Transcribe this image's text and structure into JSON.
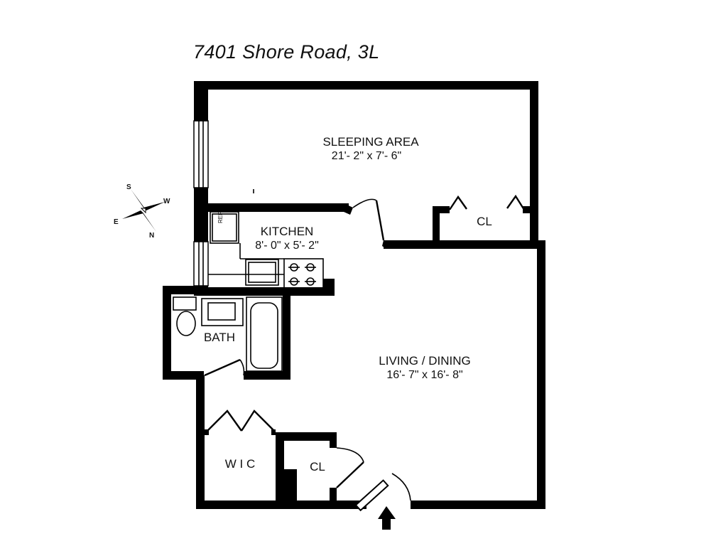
{
  "title": "7401 Shore Road, 3L",
  "rooms": {
    "sleeping_area": {
      "label": "SLEEPING AREA",
      "dimensions": "21'- 2\" x 7'- 6\""
    },
    "kitchen": {
      "label": "KITCHEN",
      "dimensions": "8'- 0\" x 5'- 2\""
    },
    "bath": {
      "label": "BATH"
    },
    "living_dining": {
      "label": "LIVING / DINING",
      "dimensions": "16'- 7\" x 16'- 8\""
    },
    "closet_upper": {
      "label": "CL"
    },
    "wic": {
      "label": "W I C"
    },
    "closet_lower": {
      "label": "CL"
    }
  },
  "fixtures": {
    "refrigerator": "REF"
  },
  "compass": {
    "s": "S",
    "w": "W",
    "e": "E",
    "n": "N"
  },
  "entry_icon": "entry-arrow-icon"
}
